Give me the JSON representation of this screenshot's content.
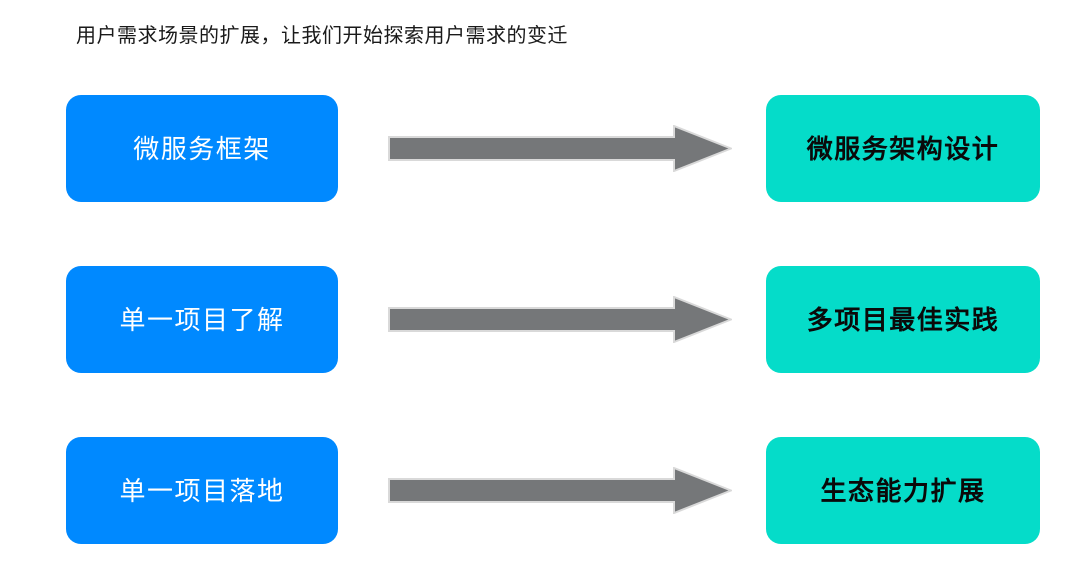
{
  "slide": {
    "title": "用户需求场景的扩展，让我们开始探索用户需求的变迁",
    "background_color": "#ffffff"
  },
  "colors": {
    "source_box": "#0089ff",
    "source_text": "#ffffff",
    "target_box": "#05dcc9",
    "target_text": "#0a0a0a",
    "arrow_fill": "#757779",
    "arrow_stroke": "#d9d9d9",
    "title_text": "#1a1a1a"
  },
  "rows": [
    {
      "source_label": "微服务框架",
      "arrow_icon": "right-arrow-icon",
      "target_label": "微服务架构设计"
    },
    {
      "source_label": "单一项目了解",
      "arrow_icon": "right-arrow-icon",
      "target_label": "多项目最佳实践"
    },
    {
      "source_label": "单一项目落地",
      "arrow_icon": "right-arrow-icon",
      "target_label": "生态能力扩展"
    }
  ]
}
